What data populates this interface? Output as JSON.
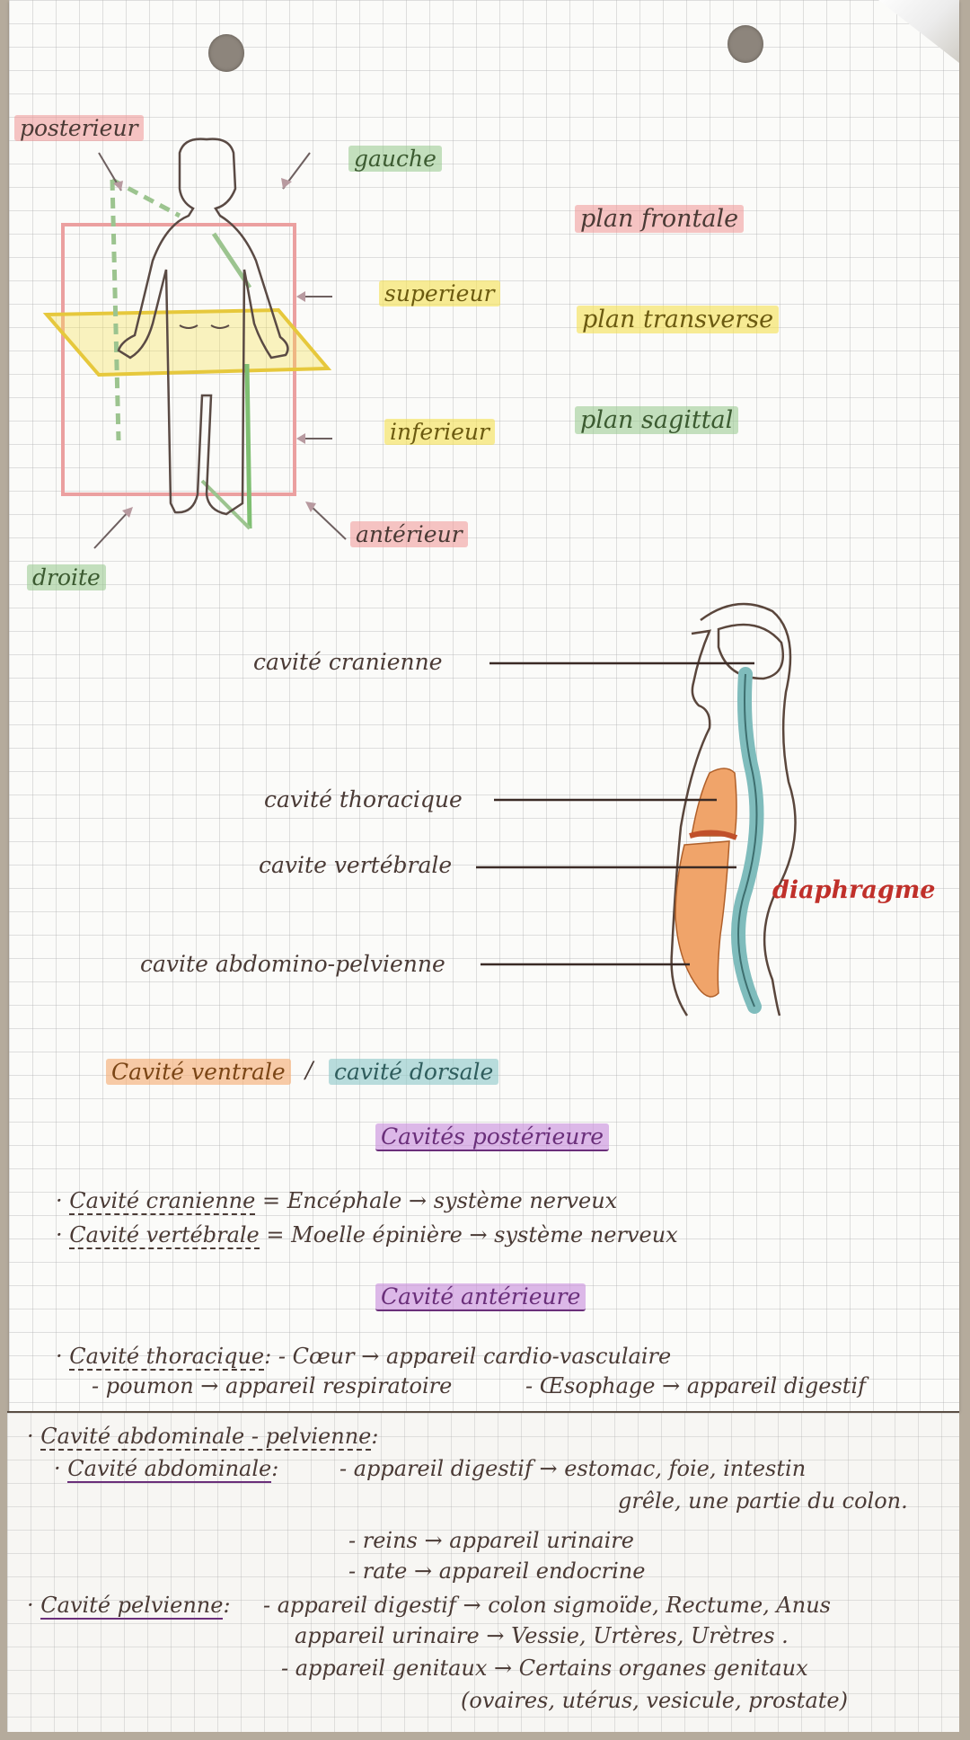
{
  "planes_diagram": {
    "direction_labels": {
      "posterior": "posterieur",
      "left": "gauche",
      "superior": "superieur",
      "inferior": "inferieur",
      "anterior": "antérieur",
      "right": "droite"
    },
    "plane_legend": [
      {
        "label": "plan frontale",
        "color": "#f09696"
      },
      {
        "label": "plan transverse",
        "color": "#f5e150"
      },
      {
        "label": "plan sagittal",
        "color": "#96c88c"
      }
    ]
  },
  "cavities_diagram": {
    "labels": [
      "cavité cranienne",
      "cavité thoracique",
      "cavite vertébrale",
      "cavite abdomino-pelvienne"
    ],
    "diaphragm_label": "diaphragme",
    "colors": {
      "ventral": "#f0a46a",
      "dorsal": "#7fbcbc",
      "outline": "#5a463c"
    }
  },
  "cavity_types": {
    "ventral": "Cavité ventrale",
    "separator": "/",
    "dorsal": "cavité dorsale"
  },
  "section_posterior": {
    "title": "Cavités postérieure",
    "items": [
      {
        "term": "Cavité cranienne",
        "definition": "= Encéphale → système nerveux"
      },
      {
        "term": "Cavité vertébrale",
        "definition": "= Moelle épinière → système nerveux"
      }
    ]
  },
  "section_anterior": {
    "title": "Cavité antérieure",
    "thoracic": {
      "term": "Cavité thoracique",
      "line1": ": - Cœur → appareil cardio-vasculaire",
      "line2a": "- poumon → appareil respiratoire",
      "line2b": "- Œsophage → appareil digestif"
    },
    "abdominopelvic": {
      "term": "Cavité abdominale - pelvienne",
      "suffix": ":"
    },
    "abdominal": {
      "term": "Cavité abdominale",
      "suffix": ":",
      "lines": [
        "- appareil digestif → estomac, foie, intestin",
        "grêle, une partie du colon.",
        "- reins → appareil urinaire",
        "- rate → appareil endocrine"
      ]
    },
    "pelvic": {
      "term": "Cavité pelvienne",
      "suffix": ":",
      "lines": [
        "- appareil digestif → colon sigmoïde, Rectume, Anus",
        "appareil urinaire → Vessie, Urtères, Urètres .",
        "- appareil genitaux → Certains organes genitaux",
        "(ovaires, utérus, vesicule, prostate)"
      ]
    }
  }
}
